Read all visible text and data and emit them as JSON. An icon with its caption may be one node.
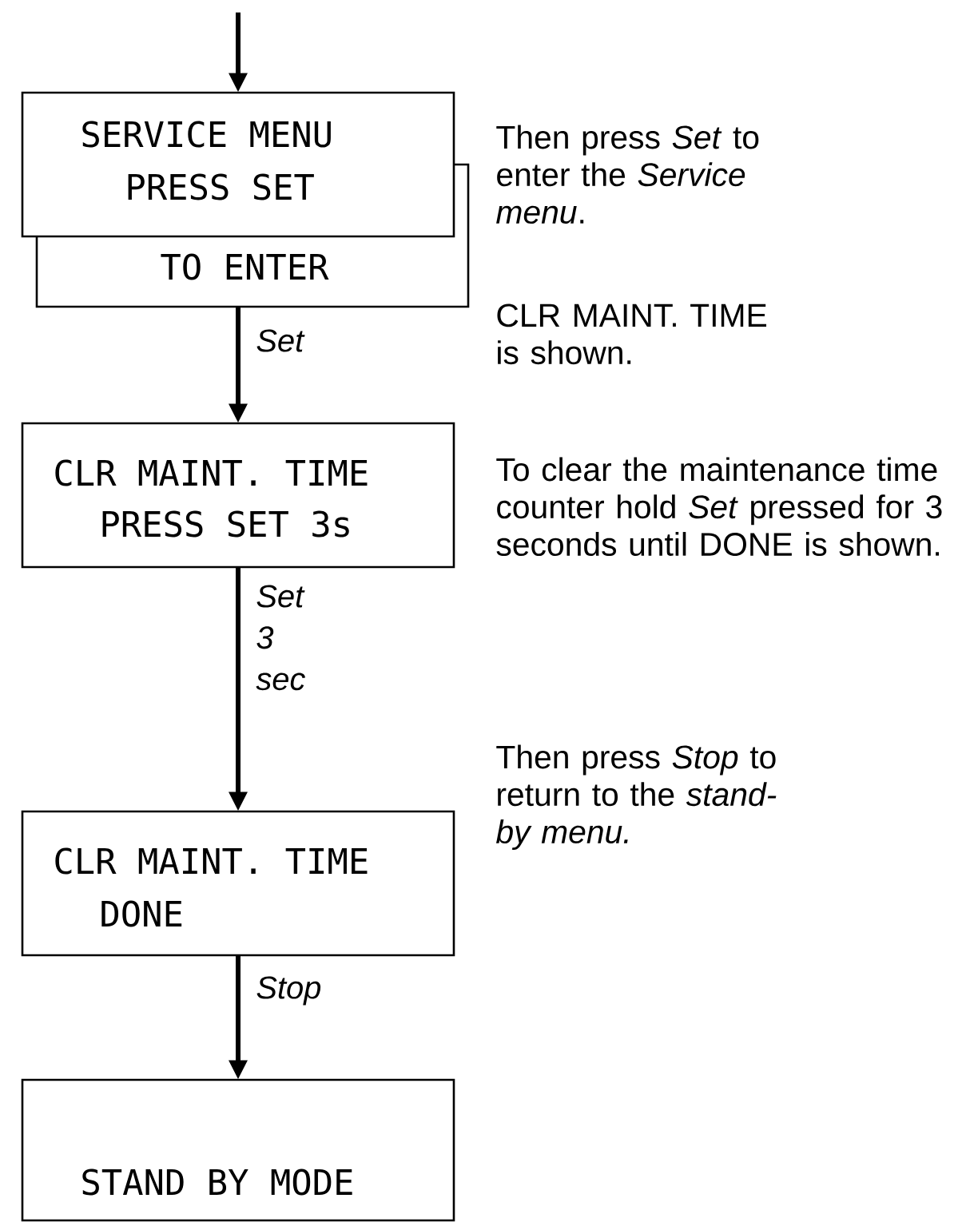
{
  "diagram": {
    "nodes": [
      {
        "text": [
          "SERVICE MENU",
          "PRESS SET",
          "TO ENTER"
        ]
      },
      {
        "text": [
          "CLR MAINT. TIME",
          "PRESS SET 3s"
        ]
      },
      {
        "text": [
          "CLR MAINT. TIME",
          "DONE"
        ]
      },
      {
        "text": [
          "STAND BY MODE"
        ]
      }
    ],
    "edges": [
      {
        "from": null,
        "to": 0,
        "arrow": "to"
      },
      {
        "from": 0,
        "to": 1,
        "arrow": "to",
        "label": "*Set*"
      },
      {
        "from": 1,
        "to": 2,
        "arrow": "to",
        "label": "*Set 3 sec*"
      },
      {
        "from": 2,
        "to": 3,
        "arrow": "to",
        "label": "*Stop*"
      }
    ],
    "labels": [
      "Then press *Set* to enter the *Service menu*.",
      "CLR MAINT. TIME is shown.",
      "To clear the maintenance time counter hold *Set* pressed for 3 seconds until DONE is shown.",
      "Then press *Stop* to return to the *stand-by menu.*"
    ]
  }
}
